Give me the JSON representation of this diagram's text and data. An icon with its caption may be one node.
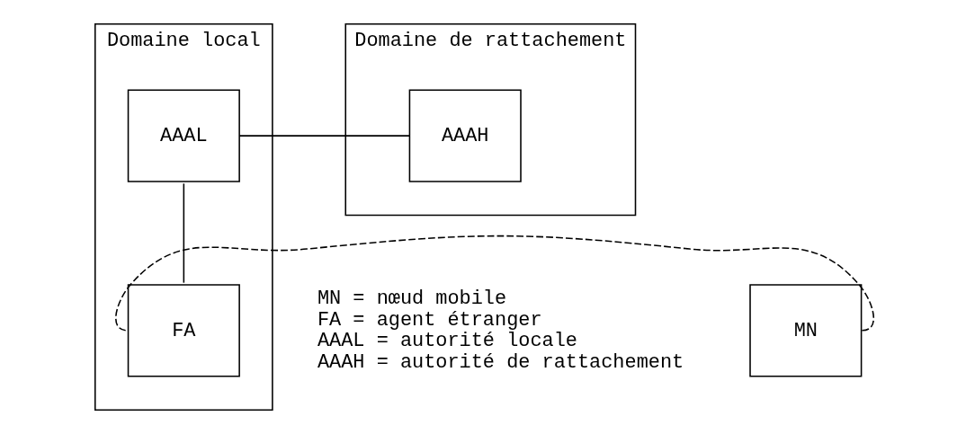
{
  "diagram": {
    "nodes": [
      {
        "text": [
          "Domaine local"
        ]
      },
      {
        "text": [
          "AAAL"
        ],
        "in": 0
      },
      {
        "text": [
          "FA"
        ],
        "in": 0
      },
      {
        "text": [
          "Domaine de rattachement"
        ]
      },
      {
        "text": [
          "AAAH"
        ],
        "in": 3
      },
      {
        "text": [
          "MN"
        ]
      }
    ],
    "edges": [
      {
        "from": 1,
        "to": 4,
        "arrow": "none"
      },
      {
        "from": 1,
        "to": 2,
        "arrow": "none"
      },
      {
        "from": 5,
        "to": 2,
        "arrow": "none",
        "style": "dashed"
      }
    ],
    "labels": [
      "MN = nœud mobile",
      "FA = agent étranger",
      "AAAL = autorité locale",
      "AAAH = autorité de rattachement"
    ]
  }
}
